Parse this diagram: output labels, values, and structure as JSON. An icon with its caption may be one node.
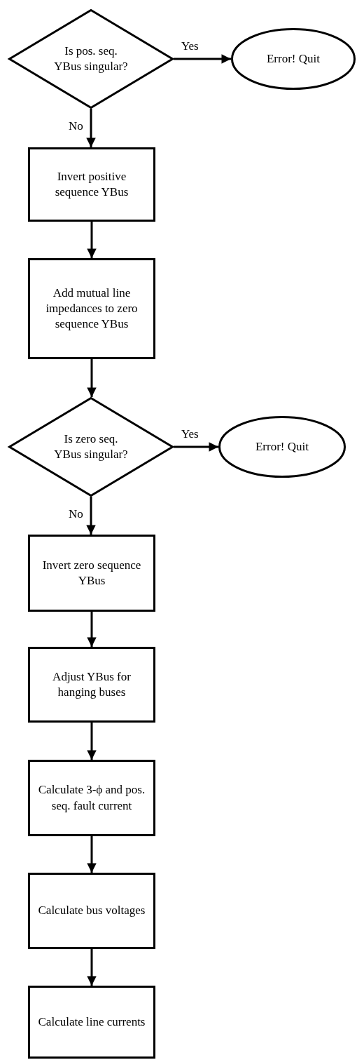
{
  "diagram": {
    "nodes": [
      {
        "text": [
          "Is pos. seq. YBus singular?"
        ]
      },
      {
        "text": [
          "Error! Quit"
        ]
      },
      {
        "text": [
          "Invert positive sequence YBus"
        ]
      },
      {
        "text": [
          "Add mutual line impedances to zero sequence YBus"
        ]
      },
      {
        "text": [
          "Is zero seq. YBus singular?"
        ]
      },
      {
        "text": [
          "Error! Quit"
        ]
      },
      {
        "text": [
          "Invert zero sequence YBus"
        ]
      },
      {
        "text": [
          "Adjust YBus for hanging buses"
        ]
      },
      {
        "text": [
          "Calculate 3-ϕ and pos. seq. fault current"
        ]
      },
      {
        "text": [
          "Calculate bus voltages"
        ]
      },
      {
        "text": [
          "Calculate line currents"
        ]
      }
    ],
    "edges": [
      {
        "from": 0,
        "to": 1,
        "arrow": "to",
        "label": "Yes"
      },
      {
        "from": 0,
        "to": 2,
        "arrow": "to",
        "label": "No"
      },
      {
        "from": 2,
        "to": 3,
        "arrow": "to"
      },
      {
        "from": 3,
        "to": 4,
        "arrow": "to"
      },
      {
        "from": 4,
        "to": 5,
        "arrow": "to",
        "label": "Yes"
      },
      {
        "from": 4,
        "to": 6,
        "arrow": "to",
        "label": "No"
      },
      {
        "from": 6,
        "to": 7,
        "arrow": "to"
      },
      {
        "from": 7,
        "to": 8,
        "arrow": "to"
      },
      {
        "from": 8,
        "to": 9,
        "arrow": "to"
      },
      {
        "from": 9,
        "to": 10,
        "arrow": "to"
      }
    ]
  }
}
